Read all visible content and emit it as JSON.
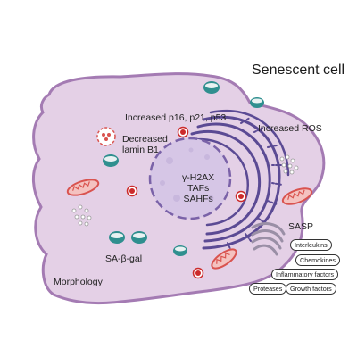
{
  "title": "Senescent cell",
  "labels": {
    "increased_p16": "Increased p16, p21, p53",
    "increased_ros": "Increased ROS",
    "decreased_lamin": [
      "Decreased",
      "lamin B1"
    ],
    "nucleus": [
      "γ-H2AX",
      "TAFs",
      "SAHFs"
    ],
    "sasp": "SASP",
    "sa_beta_gal": "SA-β-gal",
    "morphology": "Morphology"
  },
  "sasp_factors": [
    "Interleukins",
    "Chemokines",
    "Inflammatory factors",
    "Proteases",
    "Growth factors"
  ],
  "colors": {
    "cell_fill": "#e4d0e6",
    "cell_stroke": "#a47bb3",
    "nucleus_fill": "#d6c6e6",
    "er_stroke": "#5b4a94",
    "mitochondria": "#d9534f",
    "lysosome_teal": "#2f8f8f",
    "p_marker_red": "#cc2b2b"
  }
}
